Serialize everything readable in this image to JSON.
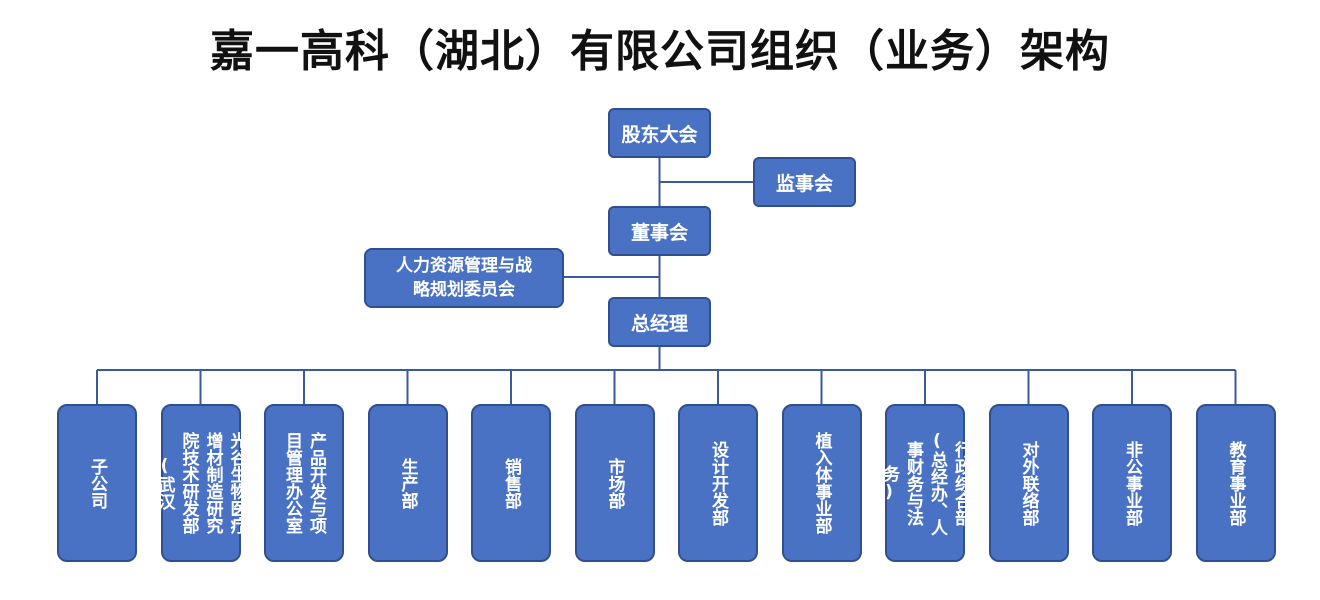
{
  "title": "嘉一高科（湖北）有限公司组织（业务）架构",
  "colors": {
    "node_fill": "#4a72c4",
    "node_border": "#2f4f8f",
    "line": "#3b5a9a",
    "title": "#111111"
  },
  "nodes": {
    "shareholders": "股东大会",
    "supervisors": "监事会",
    "board": "董事会",
    "hr_committee": "人力资源管理与战略规划委员会",
    "gm": "总经理"
  },
  "departments": [
    "子公司",
    "光谷生物医疗增材制造研究院技术研发部(武汉",
    "产品开发与项目管理办公室",
    "生产部",
    "销售部",
    "市场部",
    "设计开发部",
    "植入体事业部",
    "行政综合部(总经办、人事财务与法务)",
    "对外联络部",
    "非公事业部",
    "教育事业部"
  ]
}
